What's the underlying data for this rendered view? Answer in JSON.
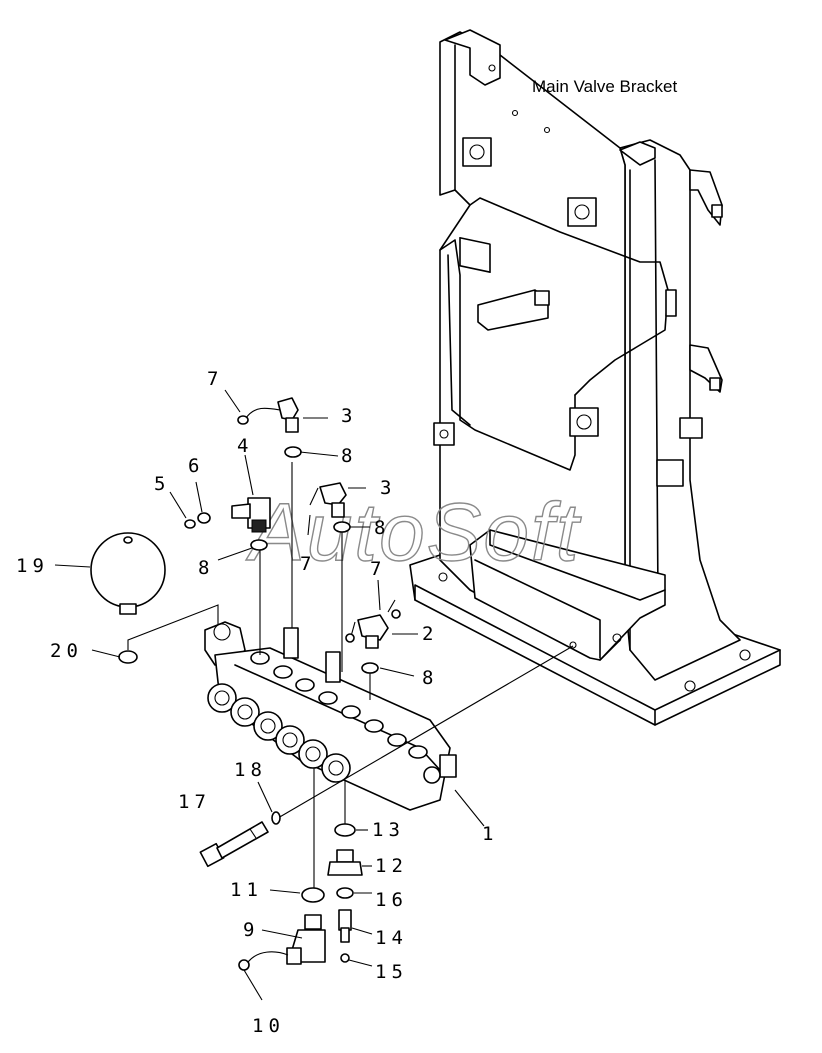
{
  "title": "Main Valve Bracket",
  "watermark": "AutoSoft",
  "callouts": {
    "c1": "1",
    "c2": "2",
    "c3a": "3",
    "c3b": "3",
    "c4": "4",
    "c5": "5",
    "c6": "6",
    "c7a": "7",
    "c7b": "7",
    "c7c": "7",
    "c8a": "8",
    "c8b": "8",
    "c8c": "8",
    "c8d": "8",
    "c9": "9",
    "c10": "10",
    "c11": "11",
    "c12": "12",
    "c13": "13",
    "c14": "14",
    "c15": "15",
    "c16": "16",
    "c17": "17",
    "c18": "18",
    "c19": "19",
    "c20": "20"
  }
}
